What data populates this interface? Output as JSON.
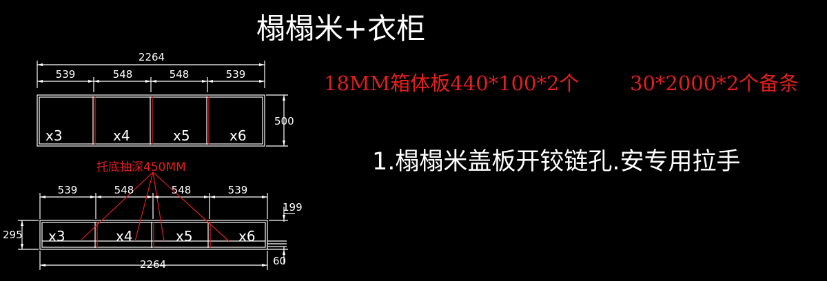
{
  "title": "榻榻米+衣柜",
  "notes": {
    "board_spec": "18MM箱体板440*100*2个",
    "strip_spec": "30*2000*2个备条",
    "instruction": "1.榻榻米盖板开铰链孔.安专用拉手"
  },
  "top_view": {
    "total_width": "2264",
    "segments": [
      "539",
      "548",
      "548",
      "539"
    ],
    "height": "500",
    "cells": [
      "x3",
      "x4",
      "x5",
      "x6"
    ]
  },
  "front_view": {
    "drawer_label": "托底抽深450MM",
    "segments": [
      "539",
      "548",
      "548",
      "539"
    ],
    "left_height": "295",
    "top_gap": "199",
    "bottom_gap": "60",
    "total_width": "2264",
    "cells": [
      "x3",
      "x4",
      "x5",
      "x6"
    ]
  },
  "colors": {
    "background": "#000000",
    "line": "#ffffff",
    "annotation": "#e0201e"
  }
}
